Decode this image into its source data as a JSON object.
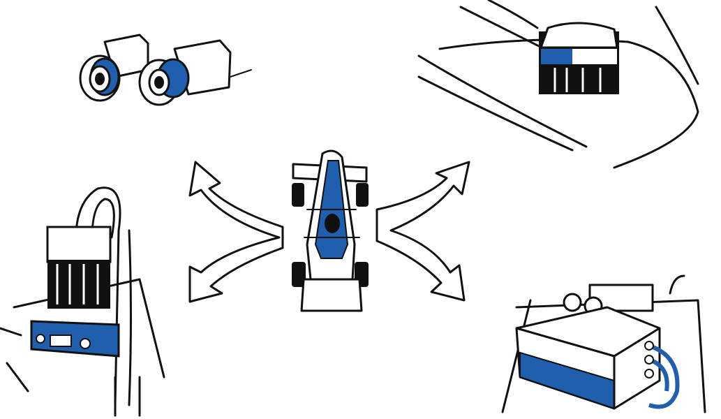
{
  "colors": {
    "accent": "#1f5fae",
    "ink": "#111111",
    "background": "#ffffff"
  },
  "elements": [
    {
      "name": "race-car",
      "icon": "race-car-icon"
    },
    {
      "name": "stereo-cameras",
      "icon": "camera-icon"
    },
    {
      "name": "roof-lidar",
      "icon": "lidar-icon"
    },
    {
      "name": "mast-lidar-camera-ring",
      "icon": "lidar-icon"
    },
    {
      "name": "compute-box",
      "icon": "computer-box-icon"
    },
    {
      "name": "arrows-left",
      "icon": "double-arrow-icon"
    },
    {
      "name": "arrows-right",
      "icon": "double-arrow-icon"
    }
  ]
}
